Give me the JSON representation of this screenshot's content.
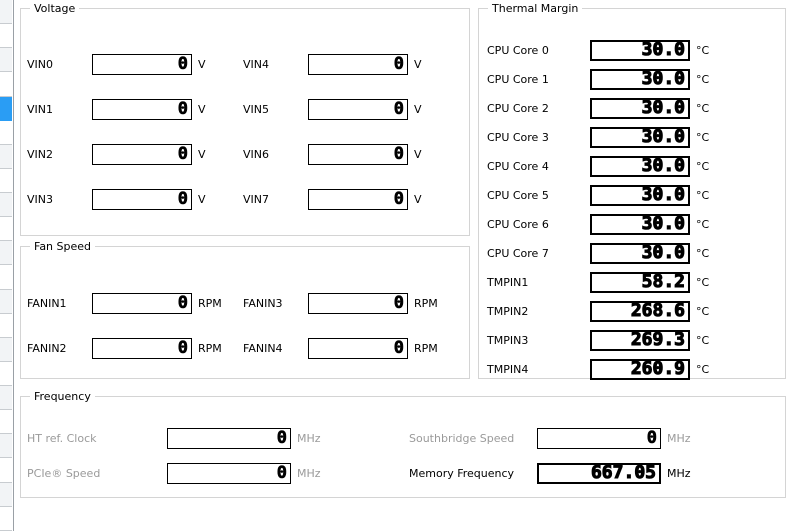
{
  "left_strip": {
    "name": "navigation-tree-sliver",
    "rows": 22,
    "selected_index": 4,
    "selection_color": "#2a9df4"
  },
  "groups": {
    "voltage": {
      "title": "Voltage",
      "unit": "V",
      "columns": [
        [
          {
            "label": "VIN0",
            "value": "0"
          },
          {
            "label": "VIN1",
            "value": "0"
          },
          {
            "label": "VIN2",
            "value": "0"
          },
          {
            "label": "VIN3",
            "value": "0"
          }
        ],
        [
          {
            "label": "VIN4",
            "value": "0"
          },
          {
            "label": "VIN5",
            "value": "0"
          },
          {
            "label": "VIN6",
            "value": "0"
          },
          {
            "label": "VIN7",
            "value": "0"
          }
        ]
      ]
    },
    "fan_speed": {
      "title": "Fan Speed",
      "unit": "RPM",
      "columns": [
        [
          {
            "label": "FANIN1",
            "value": "0"
          },
          {
            "label": "FANIN2",
            "value": "0"
          }
        ],
        [
          {
            "label": "FANIN3",
            "value": "0"
          },
          {
            "label": "FANIN4",
            "value": "0"
          }
        ]
      ]
    },
    "thermal_margin": {
      "title": "Thermal Margin",
      "unit": "°C",
      "items": [
        {
          "label": "CPU Core 0",
          "value": "30.0"
        },
        {
          "label": "CPU Core 1",
          "value": "30.0"
        },
        {
          "label": "CPU Core 2",
          "value": "30.0"
        },
        {
          "label": "CPU Core 3",
          "value": "30.0"
        },
        {
          "label": "CPU Core 4",
          "value": "30.0"
        },
        {
          "label": "CPU Core 5",
          "value": "30.0"
        },
        {
          "label": "CPU Core 6",
          "value": "30.0"
        },
        {
          "label": "CPU Core 7",
          "value": "30.0"
        },
        {
          "label": "TMPIN1",
          "value": "58.2"
        },
        {
          "label": "TMPIN2",
          "value": "268.6"
        },
        {
          "label": "TMPIN3",
          "value": "269.3"
        },
        {
          "label": "TMPIN4",
          "value": "260.9"
        }
      ]
    },
    "frequency": {
      "title": "Frequency",
      "unit": "MHz",
      "columns": [
        [
          {
            "label": "HT ref. Clock",
            "value": "0",
            "disabled": true
          },
          {
            "label": "PCIe® Speed",
            "value": "0",
            "disabled": true
          }
        ],
        [
          {
            "label": "Southbridge Speed",
            "value": "0",
            "disabled": true
          },
          {
            "label": "Memory Frequency",
            "value": "667.05",
            "disabled": false
          }
        ]
      ]
    }
  }
}
